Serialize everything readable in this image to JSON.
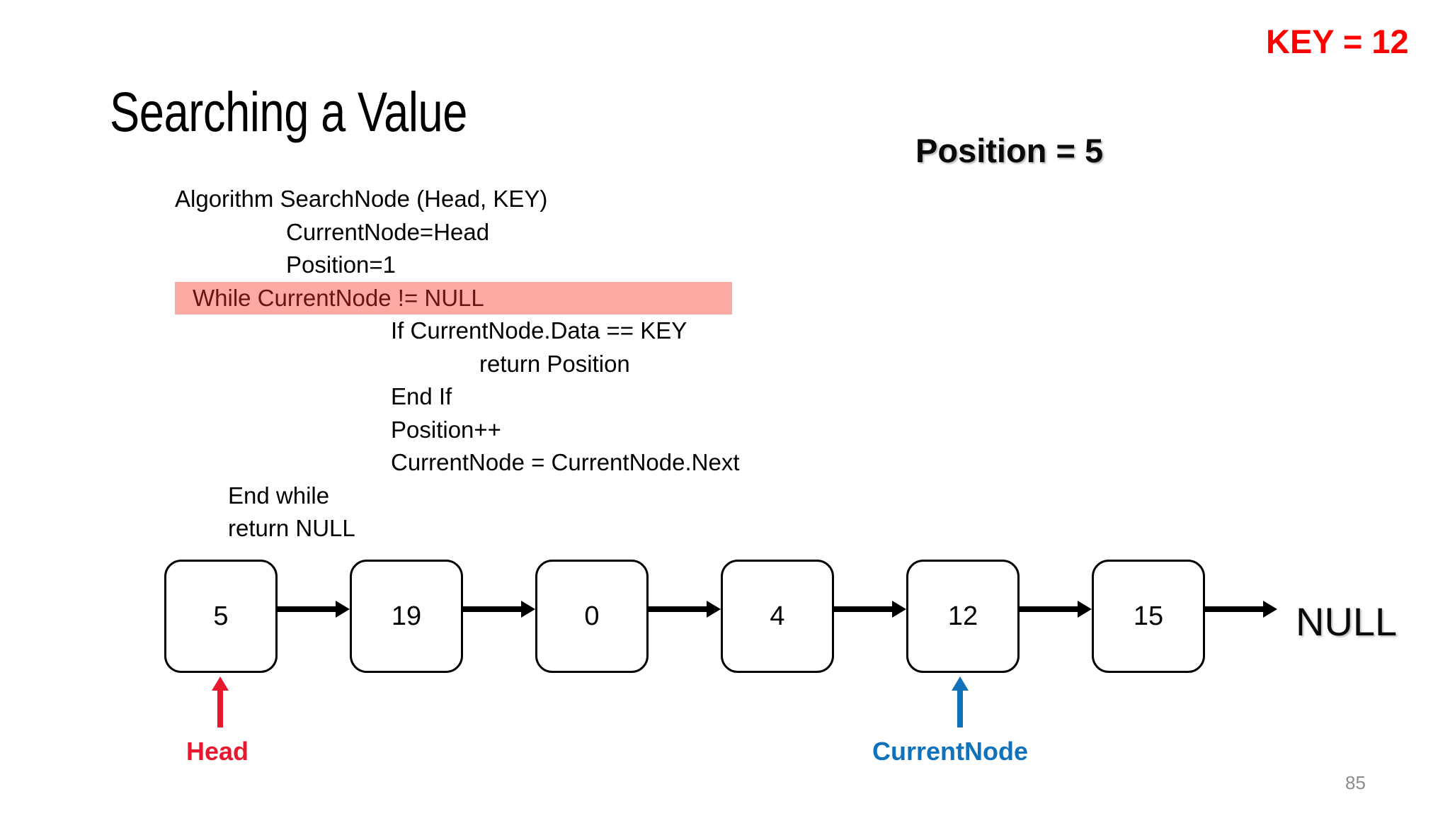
{
  "slide": {
    "title": "Searching a Value",
    "number": "85"
  },
  "annotations": {
    "key_label": "KEY = 12",
    "position_label": "Position = 5"
  },
  "algorithm": {
    "lines": [
      {
        "text": "Algorithm SearchNode (Head, KEY)",
        "indent": 0,
        "highlighted": false
      },
      {
        "text": "CurrentNode=Head",
        "indent": 1,
        "highlighted": false
      },
      {
        "text": "Position=1",
        "indent": 2,
        "highlighted": false
      },
      {
        "text": "While CurrentNode != NULL",
        "indent": 2,
        "highlighted": true
      },
      {
        "text": "If CurrentNode.Data == KEY",
        "indent": 3,
        "highlighted": false
      },
      {
        "text": "return Position",
        "indent": 4,
        "highlighted": false
      },
      {
        "text": "End If",
        "indent": 3,
        "highlighted": false
      },
      {
        "text": "Position++",
        "indent": 3,
        "highlighted": false
      },
      {
        "text": "CurrentNode = CurrentNode.Next",
        "indent": 3,
        "highlighted": false
      },
      {
        "text": "End while",
        "indent": 5,
        "highlighted": false
      },
      {
        "text": "return NULL",
        "indent": 5,
        "highlighted": false
      }
    ]
  },
  "linked_list": {
    "nodes": [
      {
        "value": "5"
      },
      {
        "value": "19"
      },
      {
        "value": "0"
      },
      {
        "value": "4"
      },
      {
        "value": "12"
      },
      {
        "value": "15"
      }
    ],
    "terminator": "NULL"
  },
  "pointers": {
    "head": {
      "label": "Head",
      "target_node_index": 0
    },
    "current_node": {
      "label": "CurrentNode",
      "target_node_index": 4
    }
  },
  "colors": {
    "key_red": "#FF0000",
    "head_red": "#E8192C",
    "currentnode_blue": "#1072BA",
    "highlight_pink": "#FBA9A3",
    "highlight_text": "#6B1313",
    "slide_number_gray": "#8C8C8C"
  }
}
